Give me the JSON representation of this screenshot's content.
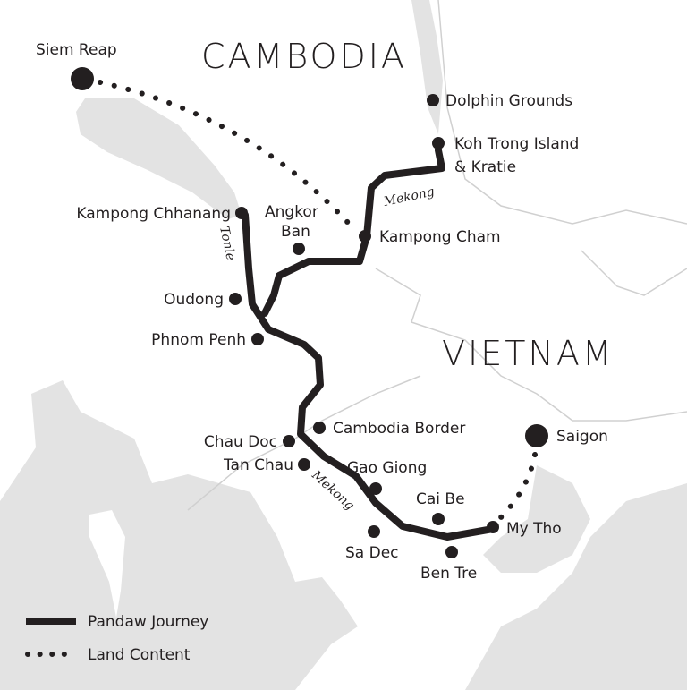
{
  "countries": {
    "cambodia": "CAMBODIA",
    "vietnam": "VIETNAM"
  },
  "rivers": {
    "mekong_north": "Mekong",
    "tonle": "Tonle",
    "mekong_south": "Mekong"
  },
  "places": {
    "siem_reap": "Siem Reap",
    "dolphin_grounds": "Dolphin Grounds",
    "koh_trong_1": "Koh Trong Island",
    "koh_trong_2": "& Kratie",
    "kampong_chhanang": "Kampong Chhanang",
    "angkor_1": "Angkor",
    "angkor_2": "Ban",
    "kampong_cham": "Kampong Cham",
    "oudong": "Oudong",
    "phnom_penh": "Phnom Penh",
    "cambodia_border": "Cambodia Border",
    "chau_doc": "Chau Doc",
    "tan_chau": "Tan Chau",
    "gao_giong": "Gao Giong",
    "cai_be": "Cai Be",
    "my_tho": "My Tho",
    "sa_dec": "Sa Dec",
    "ben_tre": "Ben Tre",
    "saigon": "Saigon"
  },
  "legend": {
    "journey": "Pandaw Journey",
    "land": "Land Content"
  },
  "colors": {
    "land_gray": "#e3e3e3",
    "ink": "#231f20",
    "border": "#d0d0d0"
  }
}
